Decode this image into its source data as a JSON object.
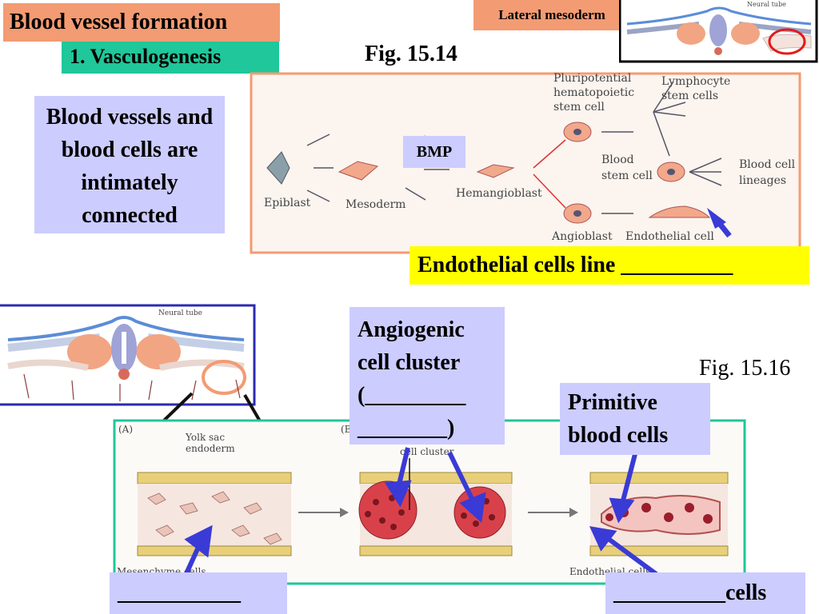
{
  "title": "Blood vessel formation",
  "subtitle": "1. Vasculogenesis",
  "fig_top": "Fig. 15.14",
  "fig_bottom": "Fig. 15.16",
  "lateral_label": "Lateral mesoderm",
  "note": "Blood vessels and blood cells are intimately connected",
  "bmp_label": "BMP",
  "endothelial_line": "Endothelial cells line __________",
  "angiogenic_line1": "Angiogenic",
  "angiogenic_line2": "cell cluster",
  "angiogenic_line3": "(_________",
  "angiogenic_line4": "________)",
  "primitive_line1": "Primitive",
  "primitive_line2": "blood cells",
  "blank_left": "___________",
  "blank_right": "__________cells",
  "lineage": {
    "epiblast": "Epiblast",
    "mesoderm": "Mesoderm",
    "hemangioblast": "Hemangioblast",
    "pluri_1": "Pluripotential",
    "pluri_2": "hematopoietic",
    "pluri_3": "stem cell",
    "lymph_1": "Lymphocyte",
    "lymph_2": "stem cells",
    "blood_stem_1": "Blood",
    "blood_stem_2": "stem cell",
    "blood_lineages_1": "Blood cell",
    "blood_lineages_2": "lineages",
    "angioblast": "Angioblast",
    "endothelial": "Endothelial cell"
  },
  "section": {
    "neural_tube_top": "Neural tube",
    "neural_tube_left": "Neural tube",
    "panel_a": "(A)",
    "panel_b": "(B)",
    "yolk_1": "Yolk sac",
    "yolk_2": "endoderm",
    "cell_cluster": "cell cluster",
    "mesenchyme": "Mesenchyme cells",
    "endothelial_cells": "Endothelial cells"
  },
  "colors": {
    "title_bg": "#f39b73",
    "subtitle_bg": "#1fc79a",
    "callout_bg": "#ccccff",
    "highlight_bg": "#ffff00",
    "lineage_frame": "#f39b73",
    "section_frame": "#1fc79a",
    "neural_frame": "#2b2bb0",
    "arrow_blue": "#3a3ad6"
  }
}
